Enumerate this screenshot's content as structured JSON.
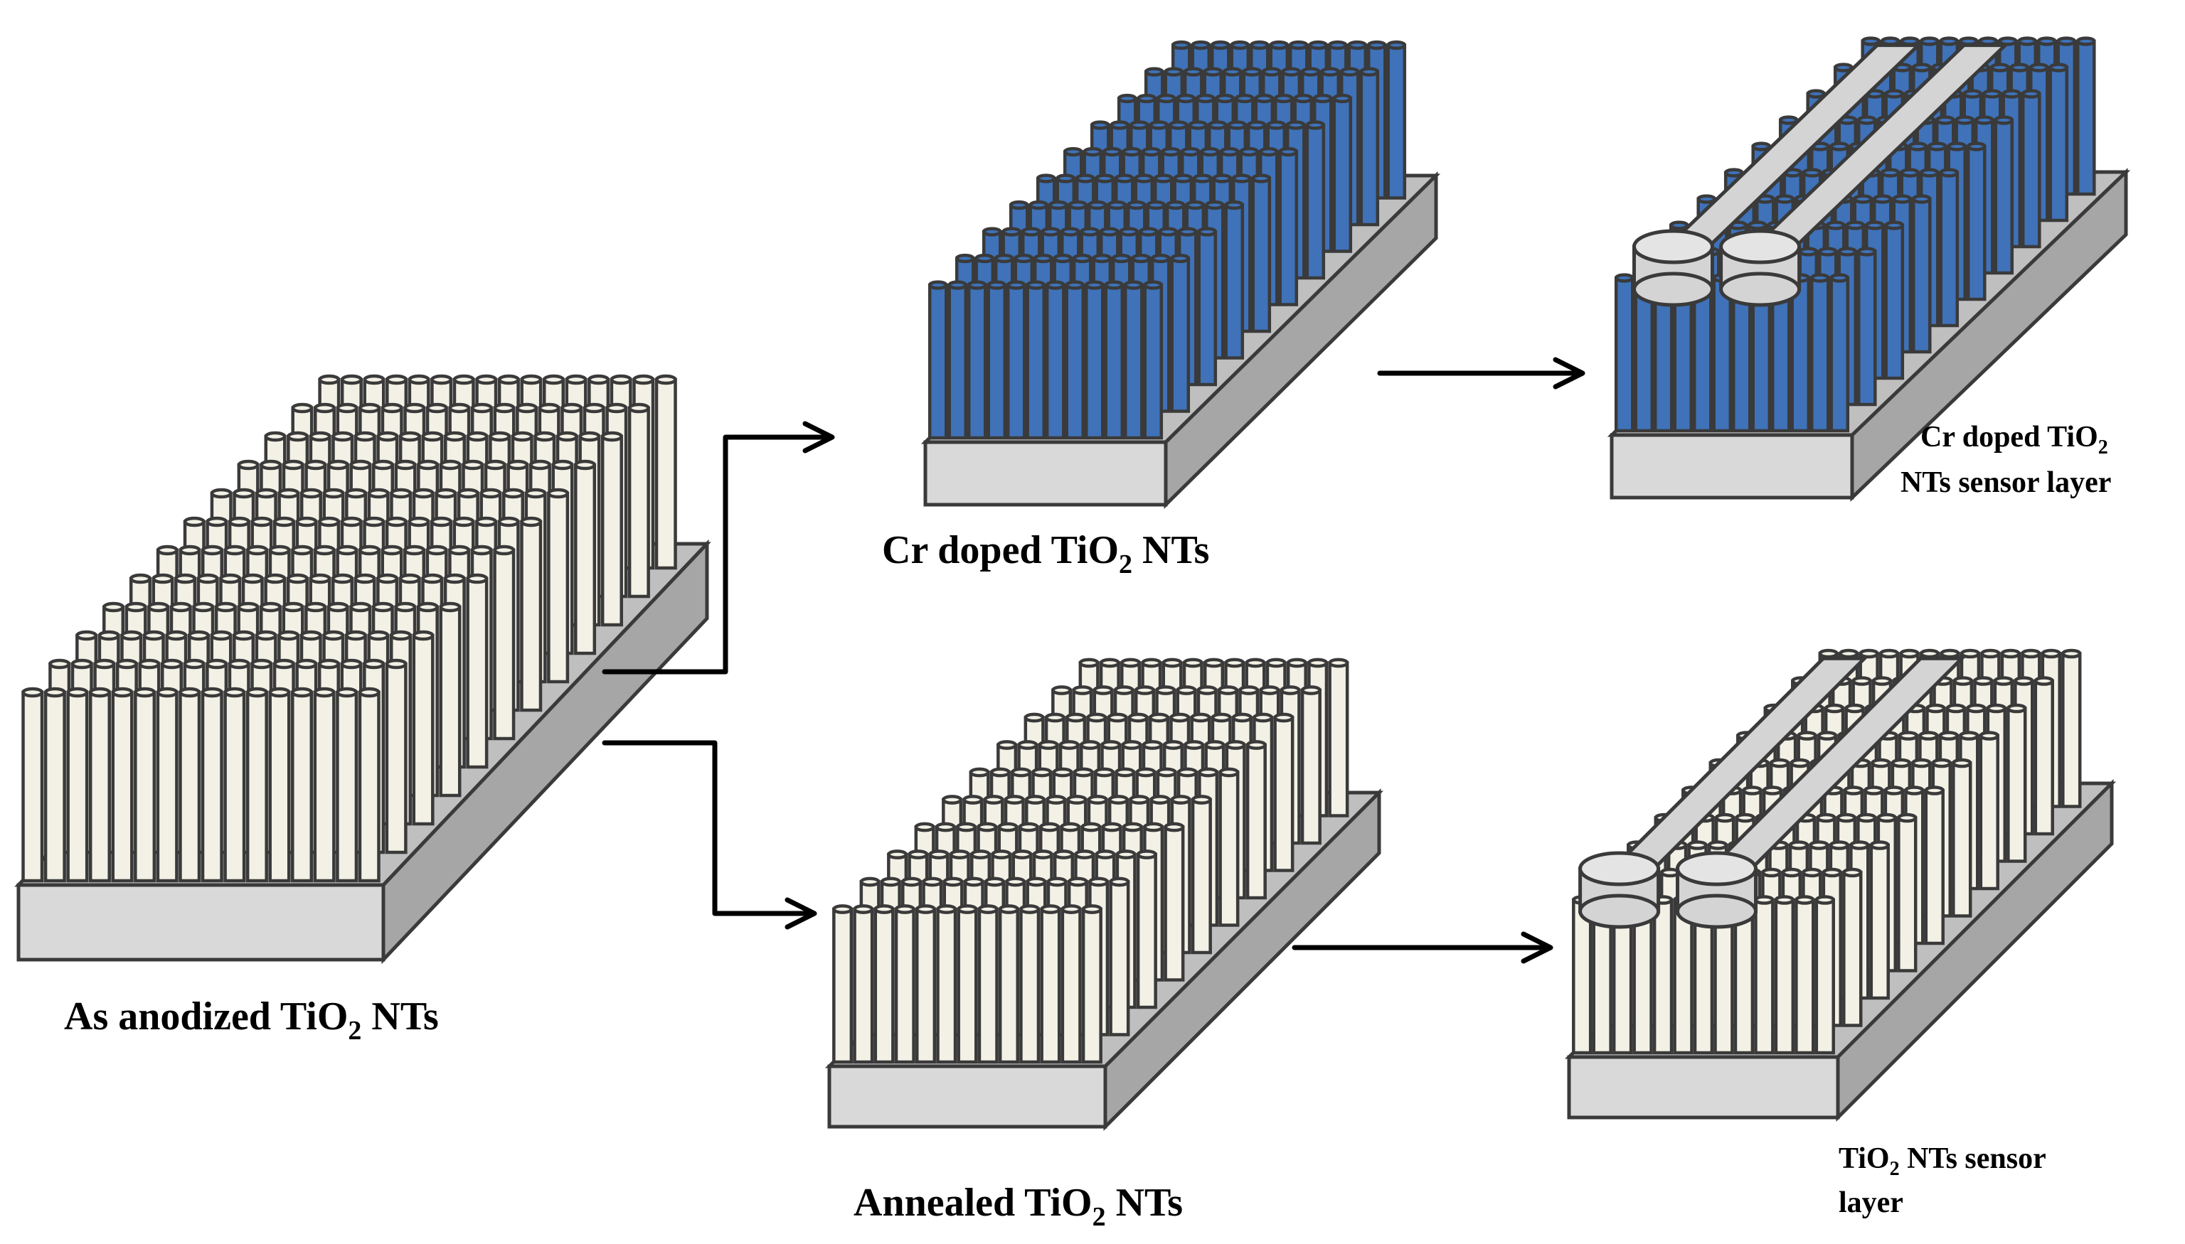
{
  "colors": {
    "tube_white": "#f3f1e6",
    "tube_blue": "#3f72b8",
    "tube_outline": "#3a3a3a",
    "substrate_front": "#d9d9d9",
    "substrate_side": "#a6a6a6",
    "substrate_top": "#bfbfbf",
    "electrode": "#d4d4d4",
    "arrow": "#000000"
  },
  "labels": {
    "as_anodized": {
      "pre": "As anodized TiO",
      "sub": "2",
      "post": " NTs"
    },
    "cr_doped": {
      "pre": "Cr doped TiO",
      "sub": "2",
      "post": " NTs"
    },
    "annealed": {
      "pre": "Annealed TiO",
      "sub": "2",
      "post": " NTs"
    },
    "cr_sensor_line1": {
      "pre": "Cr doped TiO",
      "sub": "2"
    },
    "cr_sensor_line2": "NTs sensor layer",
    "ti_sensor_line1": {
      "pre": "TiO",
      "sub": "2",
      "post": " NTs sensor"
    },
    "ti_sensor_line2": "layer"
  }
}
